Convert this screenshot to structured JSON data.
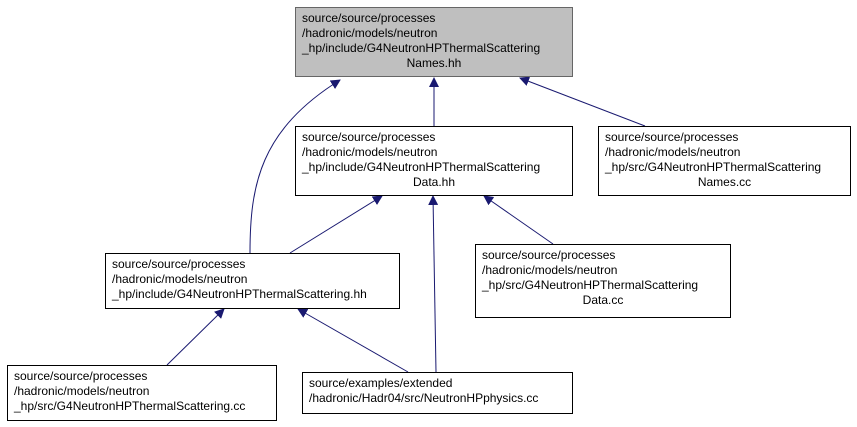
{
  "colors": {
    "root_fill": "#bfbfbf",
    "edge": "#191970",
    "node_border": "#000000"
  },
  "nodes": {
    "root": {
      "lines": [
        "source/source/processes",
        "/hadronic/models/neutron",
        "_hp/include/G4NeutronHPThermalScattering",
        "Names.hh"
      ]
    },
    "data_hh": {
      "lines": [
        "source/source/processes",
        "/hadronic/models/neutron",
        "_hp/include/G4NeutronHPThermalScattering",
        "Data.hh"
      ]
    },
    "names_cc": {
      "lines": [
        "source/source/processes",
        "/hadronic/models/neutron",
        "_hp/src/G4NeutronHPThermalScattering",
        "Names.cc"
      ]
    },
    "scattering_hh": {
      "lines": [
        "source/source/processes",
        "/hadronic/models/neutron",
        "_hp/include/G4NeutronHPThermalScattering.hh"
      ]
    },
    "data_cc": {
      "lines": [
        "source/source/processes",
        "/hadronic/models/neutron",
        "_hp/src/G4NeutronHPThermalScattering",
        "Data.cc"
      ]
    },
    "scattering_cc": {
      "lines": [
        "source/source/processes",
        "/hadronic/models/neutron",
        "_hp/src/G4NeutronHPThermalScattering.cc"
      ]
    },
    "physics_cc": {
      "lines": [
        "source/examples/extended",
        "/hadronic/Hadr04/src/NeutronHPphysics.cc"
      ]
    }
  }
}
